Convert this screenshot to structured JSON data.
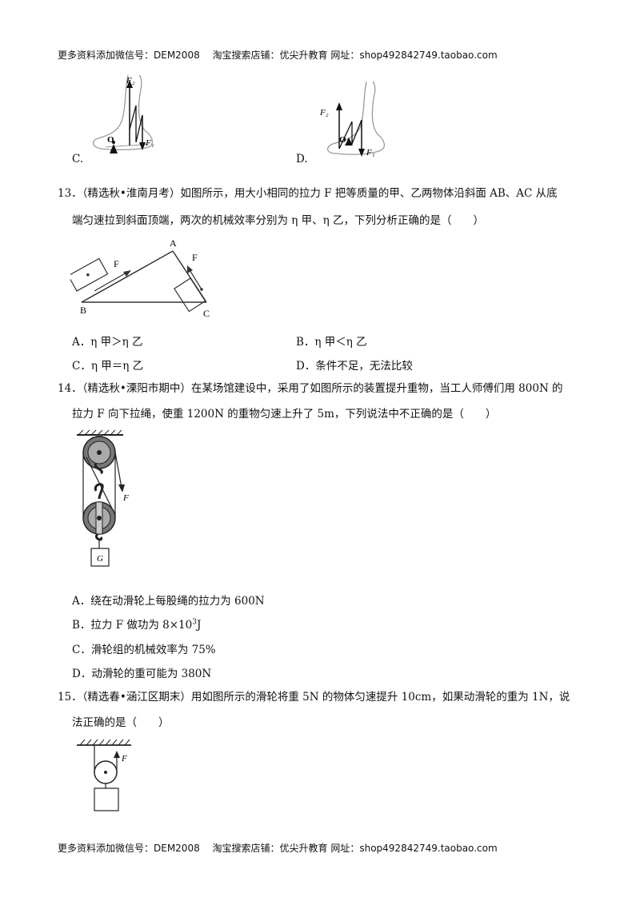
{
  "header": {
    "text": "更多资料添加微信号：DEM2008　 淘宝搜索店铺：优尖升教育  网址：shop492842749.taobao.com"
  },
  "footer": {
    "text": "更多资料添加微信号：DEM2008　 淘宝搜索店铺：优尖升教育  网址：shop492842749.taobao.com"
  },
  "q12_partial": {
    "option_c_label": "C.",
    "option_d_label": "D.",
    "fig_c": {
      "f1": "F₁",
      "f2": "F₂",
      "pivot": "O"
    },
    "fig_d": {
      "f1": "F₁",
      "f2": "F₂",
      "pivot": "O"
    }
  },
  "q13": {
    "line1": "13．（精选秋•淮南月考）如图所示，用大小相同的拉力 F 把等质量的甲、乙两物体沿斜面 AB、AC 从底",
    "line2": "端匀速拉到斜面顶端，两次的机械效率分别为 η 甲、η 乙，下列分析正确的是（　　）",
    "figure": {
      "label_a": "A",
      "label_b": "B",
      "label_c": "C",
      "force_left": "F",
      "force_right": "F"
    },
    "options": {
      "a": "A．η 甲＞η 乙",
      "b": "B．η 甲＜η 乙",
      "c": "C．η 甲＝η 乙",
      "d": "D．条件不足，无法比较"
    }
  },
  "q14": {
    "line1": "14．（精选秋•溧阳市期中）在某场馆建设中，采用了如图所示的装置提升重物，当工人师傅们用 800N 的",
    "line2": "拉力 F 向下拉绳，使重 1200N 的重物匀速上升了 5m，下列说法中不正确的是（　　）",
    "figure": {
      "force": "F",
      "weight": "G"
    },
    "options": {
      "a": "A．绕在动滑轮上每股绳的拉力为 600N",
      "b_prefix": "B．拉力 F 做功为 8×10",
      "b_exp": "3",
      "b_suffix": "J",
      "c": "C．滑轮组的机械效率为 75%",
      "d": "D．动滑轮的重可能为 380N"
    }
  },
  "q15": {
    "line1": "15．（精选春•涵江区期末）用如图所示的滑轮将重 5N 的物体匀速提升 10cm，如果动滑轮的重为 1N，说",
    "line2": "法正确的是（　　）",
    "figure": {
      "force": "F"
    }
  }
}
